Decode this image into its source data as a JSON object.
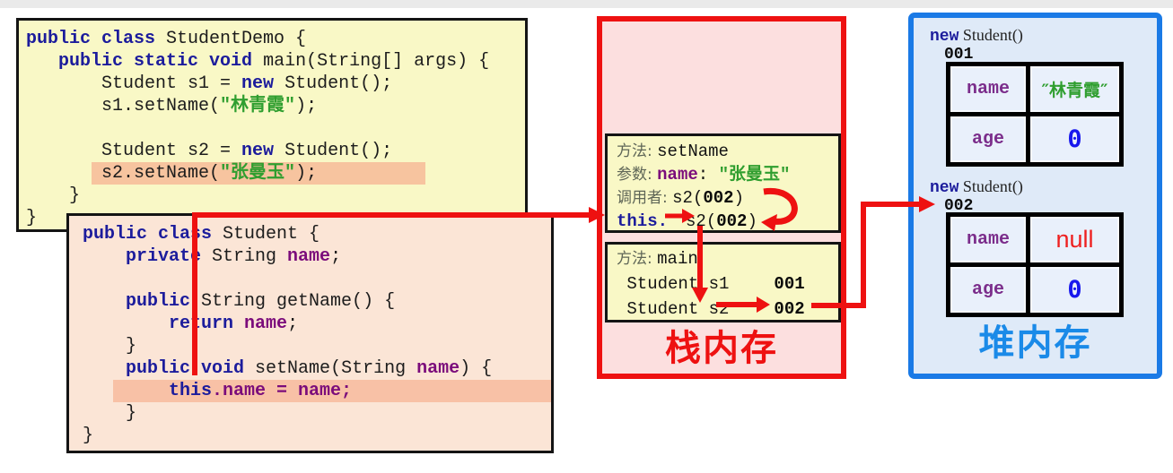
{
  "colors": {
    "accent_red": "#ee1111",
    "accent_blue": "#1a7ae6",
    "keyword_navy": "#1c1c9c",
    "identifier_purple": "#7b0c7b",
    "string_green": "#2f9e2f",
    "highlight_salmon": "#f7c49f",
    "code_box_yellow": "#f9f8c6",
    "code_box_peach": "#fbe5d6",
    "stack_bg_pink": "#fcdfdf",
    "heap_bg_blue": "#dfeaf8",
    "null_red": "#ee2020",
    "zero_blue": "#1717ee"
  },
  "code_demo": {
    "lines": [
      {
        "tk": [
          [
            "kw",
            "public class"
          ],
          [
            "pl",
            " StudentDemo {"
          ]
        ]
      },
      {
        "tk": [
          [
            "pl",
            "   "
          ],
          [
            "kw",
            "public static void"
          ],
          [
            "pl",
            " main(String[] args) {"
          ]
        ]
      },
      {
        "tk": [
          [
            "pl",
            "       Student s1 = "
          ],
          [
            "kw",
            "new"
          ],
          [
            "pl",
            " Student();"
          ]
        ]
      },
      {
        "tk": [
          [
            "pl",
            "       s1.setName("
          ],
          [
            "str",
            "\"林青霞\""
          ],
          [
            "pl",
            ");"
          ]
        ]
      },
      {
        "tk": []
      },
      {
        "tk": [
          [
            "pl",
            "       Student s2 = "
          ],
          [
            "kw",
            "new"
          ],
          [
            "pl",
            " Student();"
          ]
        ]
      },
      {
        "hl": true,
        "tk": [
          [
            "pl",
            "       s2.setName("
          ],
          [
            "str",
            "\"张曼玉\""
          ],
          [
            "pl",
            ");"
          ]
        ]
      },
      {
        "tk": [
          [
            "pl",
            "    }"
          ]
        ]
      },
      {
        "tk": [
          [
            "pl",
            "}"
          ]
        ]
      }
    ]
  },
  "code_student": {
    "lines": [
      {
        "tk": [
          [
            "kw",
            "public class"
          ],
          [
            "pl",
            " Student {"
          ]
        ]
      },
      {
        "tk": [
          [
            "pl",
            "    "
          ],
          [
            "kw",
            "private"
          ],
          [
            "pl",
            " String "
          ],
          [
            "var",
            "name"
          ],
          [
            "pl",
            ";"
          ]
        ]
      },
      {
        "tk": []
      },
      {
        "tk": [
          [
            "pl",
            "    "
          ],
          [
            "kw",
            "public"
          ],
          [
            "pl",
            " String getName() {"
          ]
        ]
      },
      {
        "tk": [
          [
            "pl",
            "        "
          ],
          [
            "kw",
            "return"
          ],
          [
            "pl",
            " "
          ],
          [
            "var",
            "name"
          ],
          [
            "pl",
            ";"
          ]
        ]
      },
      {
        "tk": [
          [
            "pl",
            "    }"
          ]
        ]
      },
      {
        "tk": [
          [
            "pl",
            "    "
          ],
          [
            "kw",
            "public void"
          ],
          [
            "pl",
            " setName(String "
          ],
          [
            "var",
            "name"
          ],
          [
            "pl",
            ") {"
          ]
        ]
      },
      {
        "hl": true,
        "tk": [
          [
            "pl",
            "        "
          ],
          [
            "kw",
            "this"
          ],
          [
            "var",
            ".name = name;"
          ]
        ]
      },
      {
        "tk": [
          [
            "pl",
            "    }"
          ]
        ]
      },
      {
        "tk": [
          [
            "pl",
            "}"
          ]
        ]
      }
    ]
  },
  "stack": {
    "title": "栈内存",
    "frame_setname": {
      "lines": [
        {
          "tk": [
            [
              "lbl",
              "方法: "
            ],
            [
              "mon",
              "setName"
            ]
          ]
        },
        {
          "tk": [
            [
              "lbl",
              "参数: "
            ],
            [
              "var",
              "name"
            ],
            [
              "mon",
              ": "
            ],
            [
              "str",
              "\"张曼玉\""
            ]
          ]
        },
        {
          "tk": [
            [
              "lbl",
              "调用者: "
            ],
            [
              "mon",
              "s2("
            ],
            [
              "bb",
              "002"
            ],
            [
              "mon",
              ")"
            ]
          ]
        },
        {
          "tk": [
            [
              "kwb",
              "this."
            ],
            [
              "gap",
              ""
            ],
            [
              "mon",
              "s2("
            ],
            [
              "bb",
              "002"
            ],
            [
              "mon",
              ")"
            ]
          ]
        }
      ]
    },
    "frame_main": {
      "lines": [
        {
          "tk": [
            [
              "lbl",
              "方法: "
            ],
            [
              "mon",
              "main"
            ]
          ]
        },
        {
          "tk": [
            [
              "mon",
              " Student s1"
            ],
            [
              "gap60",
              ""
            ],
            [
              "bb",
              "001"
            ]
          ]
        },
        {
          "tk": [
            [
              "mon",
              " Student s2"
            ],
            [
              "gap60",
              ""
            ],
            [
              "bb",
              "002"
            ]
          ]
        }
      ]
    }
  },
  "heap": {
    "title": "堆内存",
    "objects": [
      {
        "header_kw": "new",
        "header_rest": " Student()",
        "id": "001",
        "fields": [
          {
            "label": "name",
            "value": "″林青霞″"
          },
          {
            "label": "age",
            "value": "0"
          }
        ]
      },
      {
        "header_kw": "new",
        "header_rest": " Student()",
        "id": "002",
        "fields": [
          {
            "label": "name",
            "value": "null"
          },
          {
            "label": "age",
            "value": "0"
          }
        ]
      }
    ]
  }
}
